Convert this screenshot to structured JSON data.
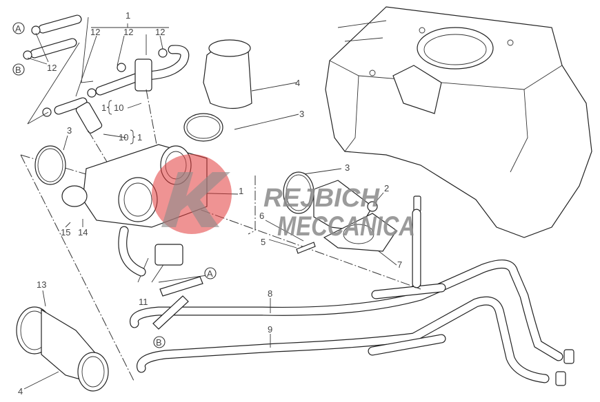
{
  "diagram": {
    "title": "Throttle body and airbox exploded view",
    "watermark": {
      "line1": "REJBICH",
      "line2": "MECCANICA",
      "logo_letter": "K",
      "logo_color": "#e23b3b"
    },
    "callouts": {
      "c1_top": "1",
      "c12_a": "12",
      "c12_b": "12",
      "c12_c": "12",
      "c12_left": "12",
      "cA_top": "A",
      "cB_top": "B",
      "c1_10a_group": "1",
      "c10a": "10",
      "c10b": "10",
      "c1_10b_group": "1",
      "c3_left": "3",
      "c4_top": "4",
      "c3_mid": "3",
      "c3_right": "3",
      "c2": "2",
      "c1_mid": "1",
      "c6": "6",
      "c5": "5",
      "c7": "7",
      "c15": "15",
      "c14": "14",
      "c13": "13",
      "c4_bottom": "4",
      "c11": "11",
      "cA_bottom": "A",
      "c8": "8",
      "c9": "9",
      "cB_bottom": "B"
    }
  }
}
